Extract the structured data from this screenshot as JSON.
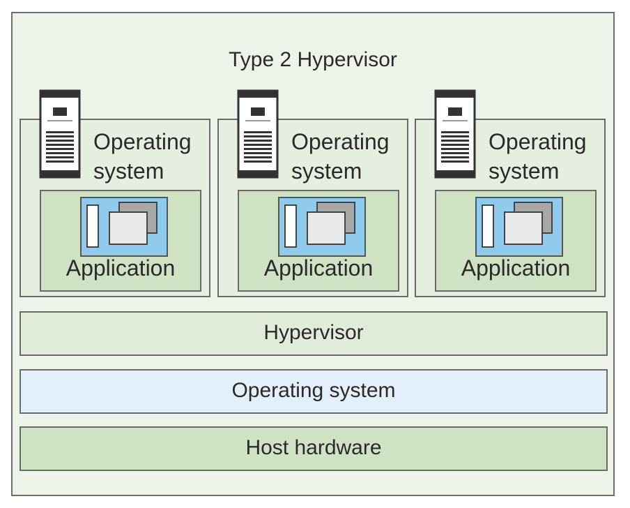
{
  "diagram": {
    "title": "Type 2 Hypervisor",
    "virtual_machines": [
      {
        "os_label_line1": "Operating",
        "os_label_line2": "system",
        "app_label": "Application"
      },
      {
        "os_label_line1": "Operating",
        "os_label_line2": "system",
        "app_label": "Application"
      },
      {
        "os_label_line1": "Operating",
        "os_label_line2": "system",
        "app_label": "Application"
      }
    ],
    "layers": {
      "hypervisor": "Hypervisor",
      "host_os": "Operating system",
      "hardware": "Host hardware"
    },
    "icons": {
      "server": "server-tower-icon",
      "application": "application-windows-icon"
    },
    "colors": {
      "background": "#eef3ea",
      "vm_fill": "#e6eedf",
      "app_fill": "#cfe2c3",
      "app_icon_fill": "#8fcbed",
      "hypervisor_fill": "#e1ebd9",
      "host_os_fill": "#e3effa",
      "hardware_fill": "#cfe2c3"
    }
  }
}
